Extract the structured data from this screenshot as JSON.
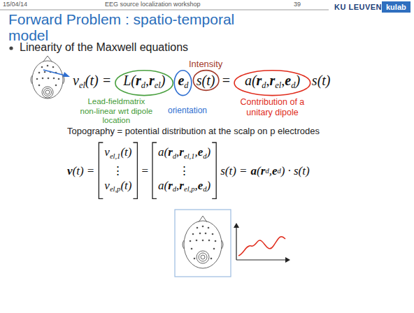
{
  "diagram": {
    "title": "Forward Problem : spatio-temporal model",
    "nodes": [
      {
        "text": [
          "L(",
          "r",
          "d",
          ",",
          "r",
          "el",
          ")"
        ]
      },
      {
        "text": [
          "e",
          "d"
        ]
      },
      {
        "text": [
          "s(t)"
        ]
      },
      {
        "text": [
          "a(",
          "r",
          "d",
          ",",
          "r",
          "el",
          ",",
          "e",
          "d",
          ")"
        ]
      }
    ],
    "labels": [
      "15/04/14",
      "EEG source localization workshop",
      "39",
      "KU LEUVEN",
      "kulab",
      "Linearity of the Maxwell equations",
      "v",
      "el",
      "(t) =",
      "=",
      "s(t)",
      "Intensity",
      "Lead-fieldmatrix non-linear wrt dipole location",
      "orientation",
      "Contribution of a unitary dipole",
      "Topography = potential distribution at the scalp on p electrodes",
      "v",
      "(t) =",
      "v",
      "el,1",
      "(t)",
      "⋮",
      "v",
      "el,p",
      "(t)",
      "=",
      "a(",
      "r",
      "d",
      ",",
      "r",
      "el,1",
      ",",
      "e",
      "d",
      ")",
      "⋮",
      "a(",
      "r",
      "d",
      ",",
      "r",
      "el,p",
      ",",
      "e",
      "d",
      ")",
      "s(t) =",
      "a",
      "(",
      "r",
      "d",
      ",",
      "e",
      "d",
      ") ·",
      "s(t)"
    ]
  }
}
